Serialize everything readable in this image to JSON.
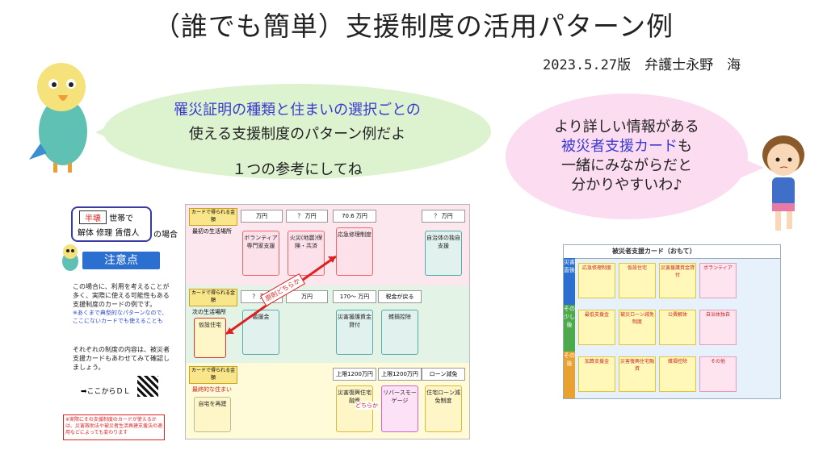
{
  "title": "（誰でも簡単）支援制度の活用パターン例",
  "date_author": "2023.5.27版　弁護士永野　海",
  "bubble_left": {
    "line1": "罹災証明の種類と住まいの選択ごとの",
    "line2": "使える支援制度のパターン例だよ",
    "line3": "１つの参考にしてね"
  },
  "bubble_right": {
    "line1": "より詳しい情報がある",
    "line2": "被災者支援カード",
    "line2_suffix": "も",
    "line3": "一緒にみながらだと",
    "line4": "分かりやすいわ♪"
  },
  "left_panel": {
    "tag": "半壊",
    "cond_suffix": "世帯で",
    "cond_line2": "解体 修理 賃借人",
    "cond_after": "の場合",
    "notice": "注意点",
    "note1": "この場合に、利用を考えることが多く、実際に使える可能性もある支援制度のカードの例です。",
    "note1_blue": "※あくまで典型的なパターンなので、ここにないカードでも使えることも",
    "note2": "それぞれの制度の内容は、被災者支援カードもあわせてみて確認しましょう。",
    "download": "➡ここからＤＬ",
    "disclaimer": "※実際にその支援制度のカードが使えるかは、災害救助法や被災者生活再建支援法の適用などによっても変わります"
  },
  "chart": {
    "row1_label": "カードで得られる金額",
    "row1_amounts": [
      "万円",
      "？ 万円",
      "70.6 万円",
      "？ 万円"
    ],
    "row1_sub": "最初の生活場所",
    "row1_cards": [
      "ボランティア専門家支援",
      "火災(地震)保険・共済",
      "応急修理制度",
      "自治体の独自支援"
    ],
    "arrow1": "原則どちらか",
    "row2_label": "カードで得られる金額",
    "row2_amounts": [
      "？ 万円",
      "万円",
      "170～ 万円",
      "税金が戻る"
    ],
    "row2_sub": "次の生活場所",
    "row2_cards": [
      "仮設住宅",
      "義援金",
      "災害援護資金貸付",
      "雑損控除"
    ],
    "row3_label": "カードで得られる金額",
    "row3_amounts": [
      "上限1200万円",
      "上限1200万円",
      "ローン減免"
    ],
    "row3_sub": "最終的な住まい",
    "row3_cards": [
      "自宅を再建",
      "災害復興住宅融資",
      "リバースモーゲージ",
      "住宅ローン減免制度"
    ],
    "arrow2": "どちらか"
  },
  "right_card": {
    "header": "被災者支援カード（おもて）",
    "side_labels": [
      "災害直後",
      "その少し後",
      "その後"
    ],
    "cells": [
      "応急修理制度",
      "仮設住宅",
      "災害援護資金貸付",
      "ボランティア",
      "最低支援金",
      "被災ローン減免制度",
      "公費解体",
      "自治体独自",
      "加算支援金",
      "災害復興住宅融資",
      "雑損控除",
      "その他"
    ]
  }
}
